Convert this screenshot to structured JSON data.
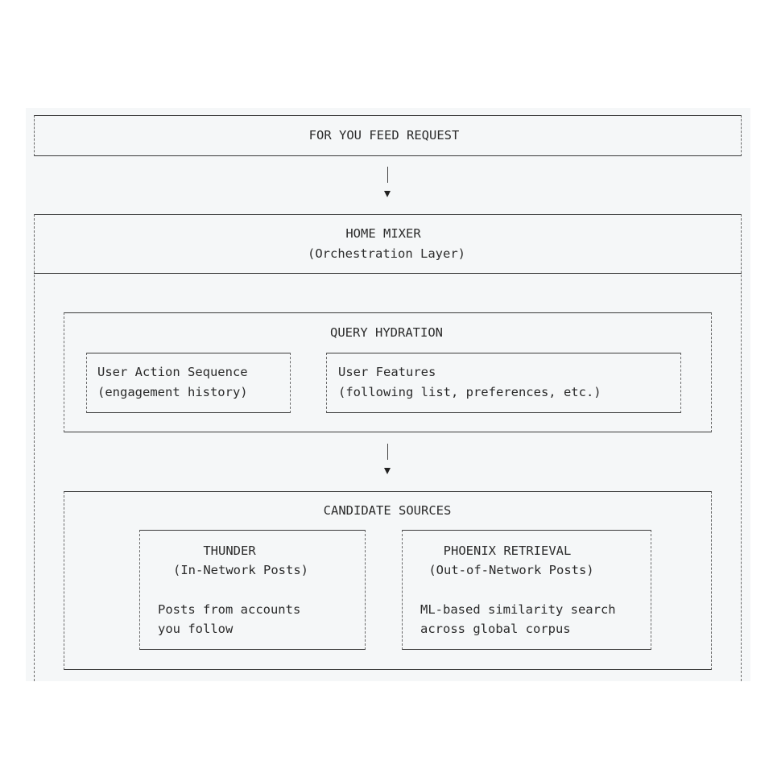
{
  "request": {
    "label": "FOR YOU FEED REQUEST"
  },
  "home_mixer": {
    "title": "HOME MIXER",
    "subtitle": "(Orchestration Layer)"
  },
  "query_hydration": {
    "title": "QUERY HYDRATION",
    "user_action_sequence": {
      "title": "User Action Sequence",
      "subtitle": "(engagement history)"
    },
    "user_features": {
      "title": "User Features",
      "subtitle": "(following list, preferences, etc.)"
    }
  },
  "candidate_sources": {
    "title": "CANDIDATE SOURCES",
    "thunder": {
      "title": "THUNDER",
      "subtitle": "(In-Network Posts)",
      "desc_line1": "Posts from accounts",
      "desc_line2": "you follow"
    },
    "phoenix": {
      "title": "PHOENIX RETRIEVAL",
      "subtitle": "(Out-of-Network Posts)",
      "desc_line1": "ML-based similarity search",
      "desc_line2": "across global corpus"
    }
  }
}
